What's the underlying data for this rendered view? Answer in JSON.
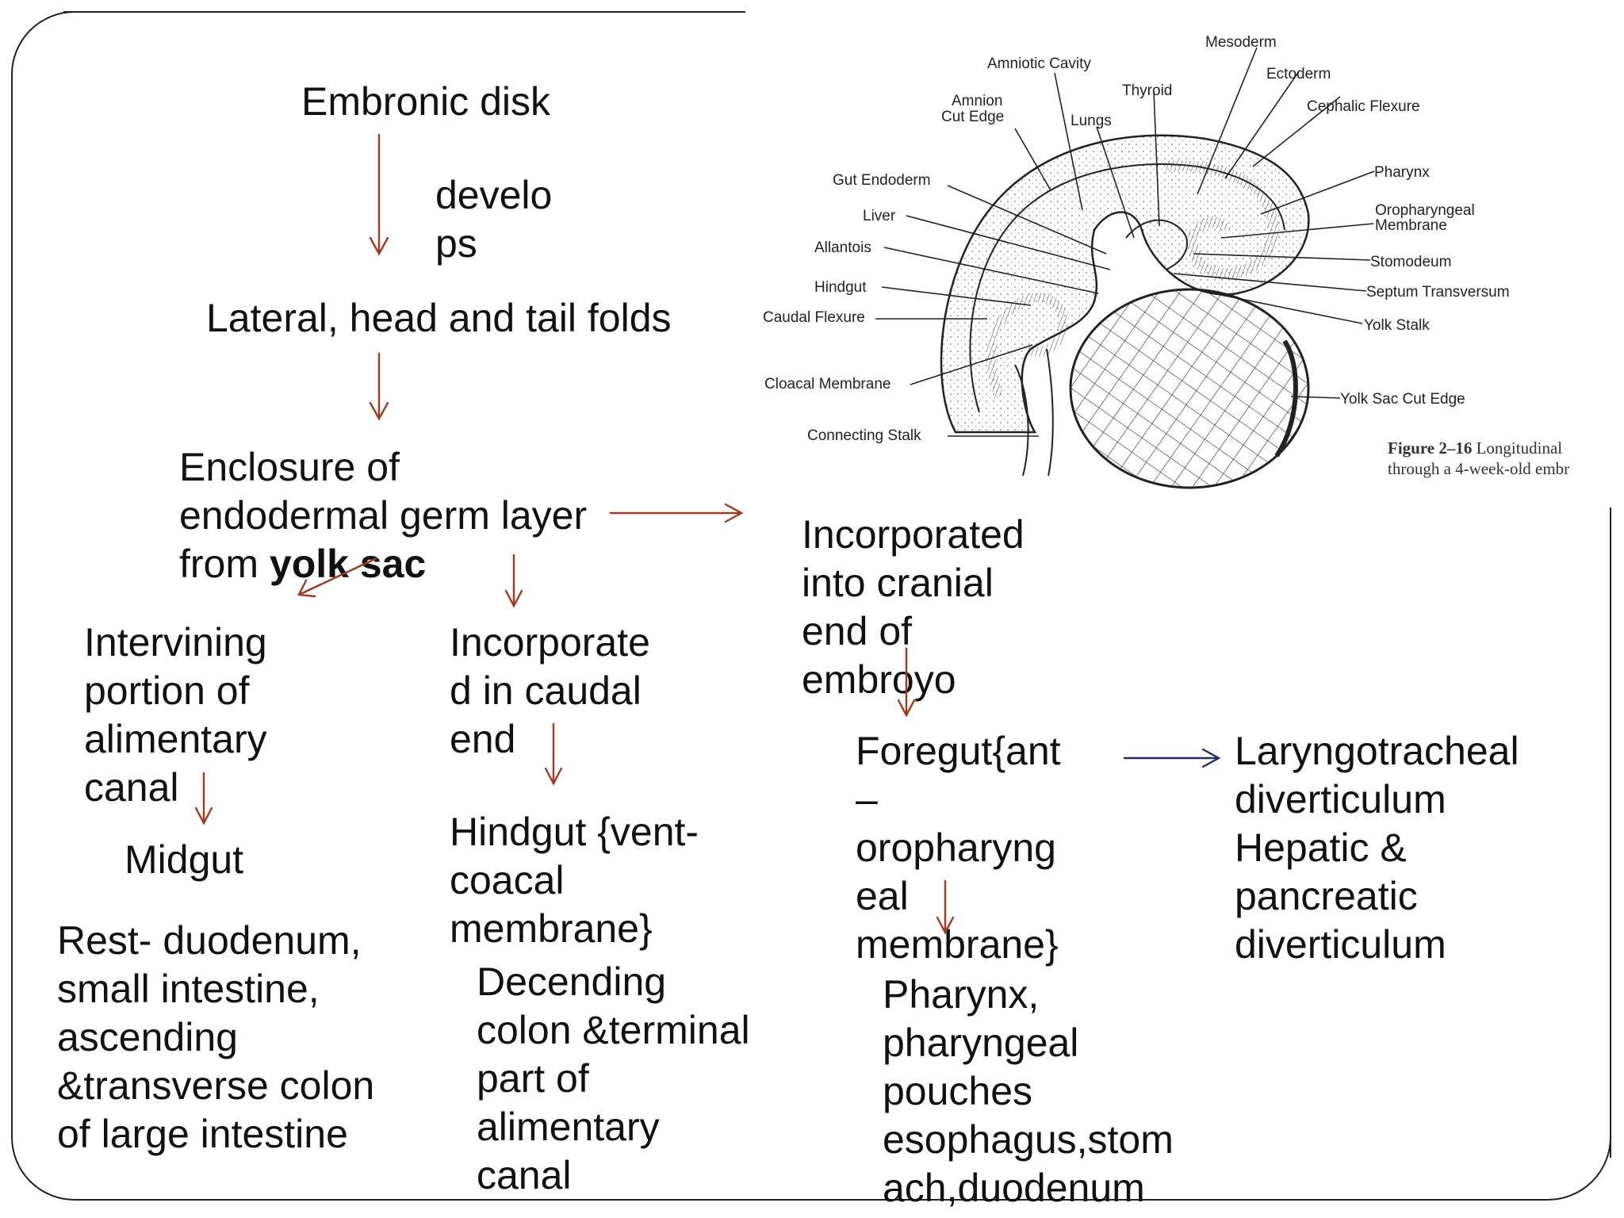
{
  "flow": {
    "embryonic_disk": "Embronic disk",
    "develops": "develo\nps",
    "folds": "Lateral, head and tail folds",
    "enclosure_prefix": "Enclosure of\nendodermal germ layer\nfrom ",
    "enclosure_bold": "yolk sac",
    "intervening": "Intervining\nportion of\nalimentary\ncanal",
    "midgut": "Midgut",
    "midgut_rest": "Rest- duodenum,\nsmall intestine,\nascending\n&transverse colon\nof large intestine",
    "incorporated_caudal": "Incorporate\nd in caudal\nend",
    "hindgut": "Hindgut {vent-\ncoacal\nmembrane}",
    "hindgut_parts": "Decending\ncolon &terminal\npart of\nalimentary\ncanal",
    "incorporated_cranial": "Incorporated\ninto cranial\nend of\nembroyo",
    "foregut": "Foregut{ant\n–\noropharyng\neal\nmembrane}",
    "foregut_parts": "Pharynx,\npharyngeal\npouches\nesophagus,stom\nach,duodenum",
    "foregut_derivatives": "Laryngotracheal\ndiverticulum\nHepatic &\npancreatic\ndiverticulum"
  },
  "figure": {
    "labels": {
      "mesoderm": "Mesoderm",
      "amniotic_cavity": "Amniotic Cavity",
      "ectoderm": "Ectoderm",
      "thyroid": "Thyroid",
      "amnion_cut_edge_1": "Amnion",
      "amnion_cut_edge_2": "Cut Edge",
      "lungs": "Lungs",
      "cephalic_flexure": "Cephalic Flexure",
      "gut_endoderm": "Gut Endoderm",
      "pharynx": "Pharynx",
      "liver": "Liver",
      "oropharyngeal_1": "Oropharyngeal",
      "oropharyngeal_2": "Membrane",
      "allantois": "Allantois",
      "stomodeum": "Stomodeum",
      "hindgut": "Hindgut",
      "septum_transversum": "Septum Transversum",
      "caudal_flexure": "Caudal Flexure",
      "yolk_stalk": "Yolk Stalk",
      "cloacal_membrane": "Cloacal Membrane",
      "yolk_sac_cut_edge": "Yolk Sac Cut Edge",
      "connecting_stalk": "Connecting Stalk"
    },
    "caption_bold": "Figure 2–16",
    "caption_line1": " Longitudinal",
    "caption_line2": "through a 4-week-old embr"
  },
  "colors": {
    "arrow_brown": "#a0391e",
    "arrow_blue": "#1f2d6b"
  }
}
